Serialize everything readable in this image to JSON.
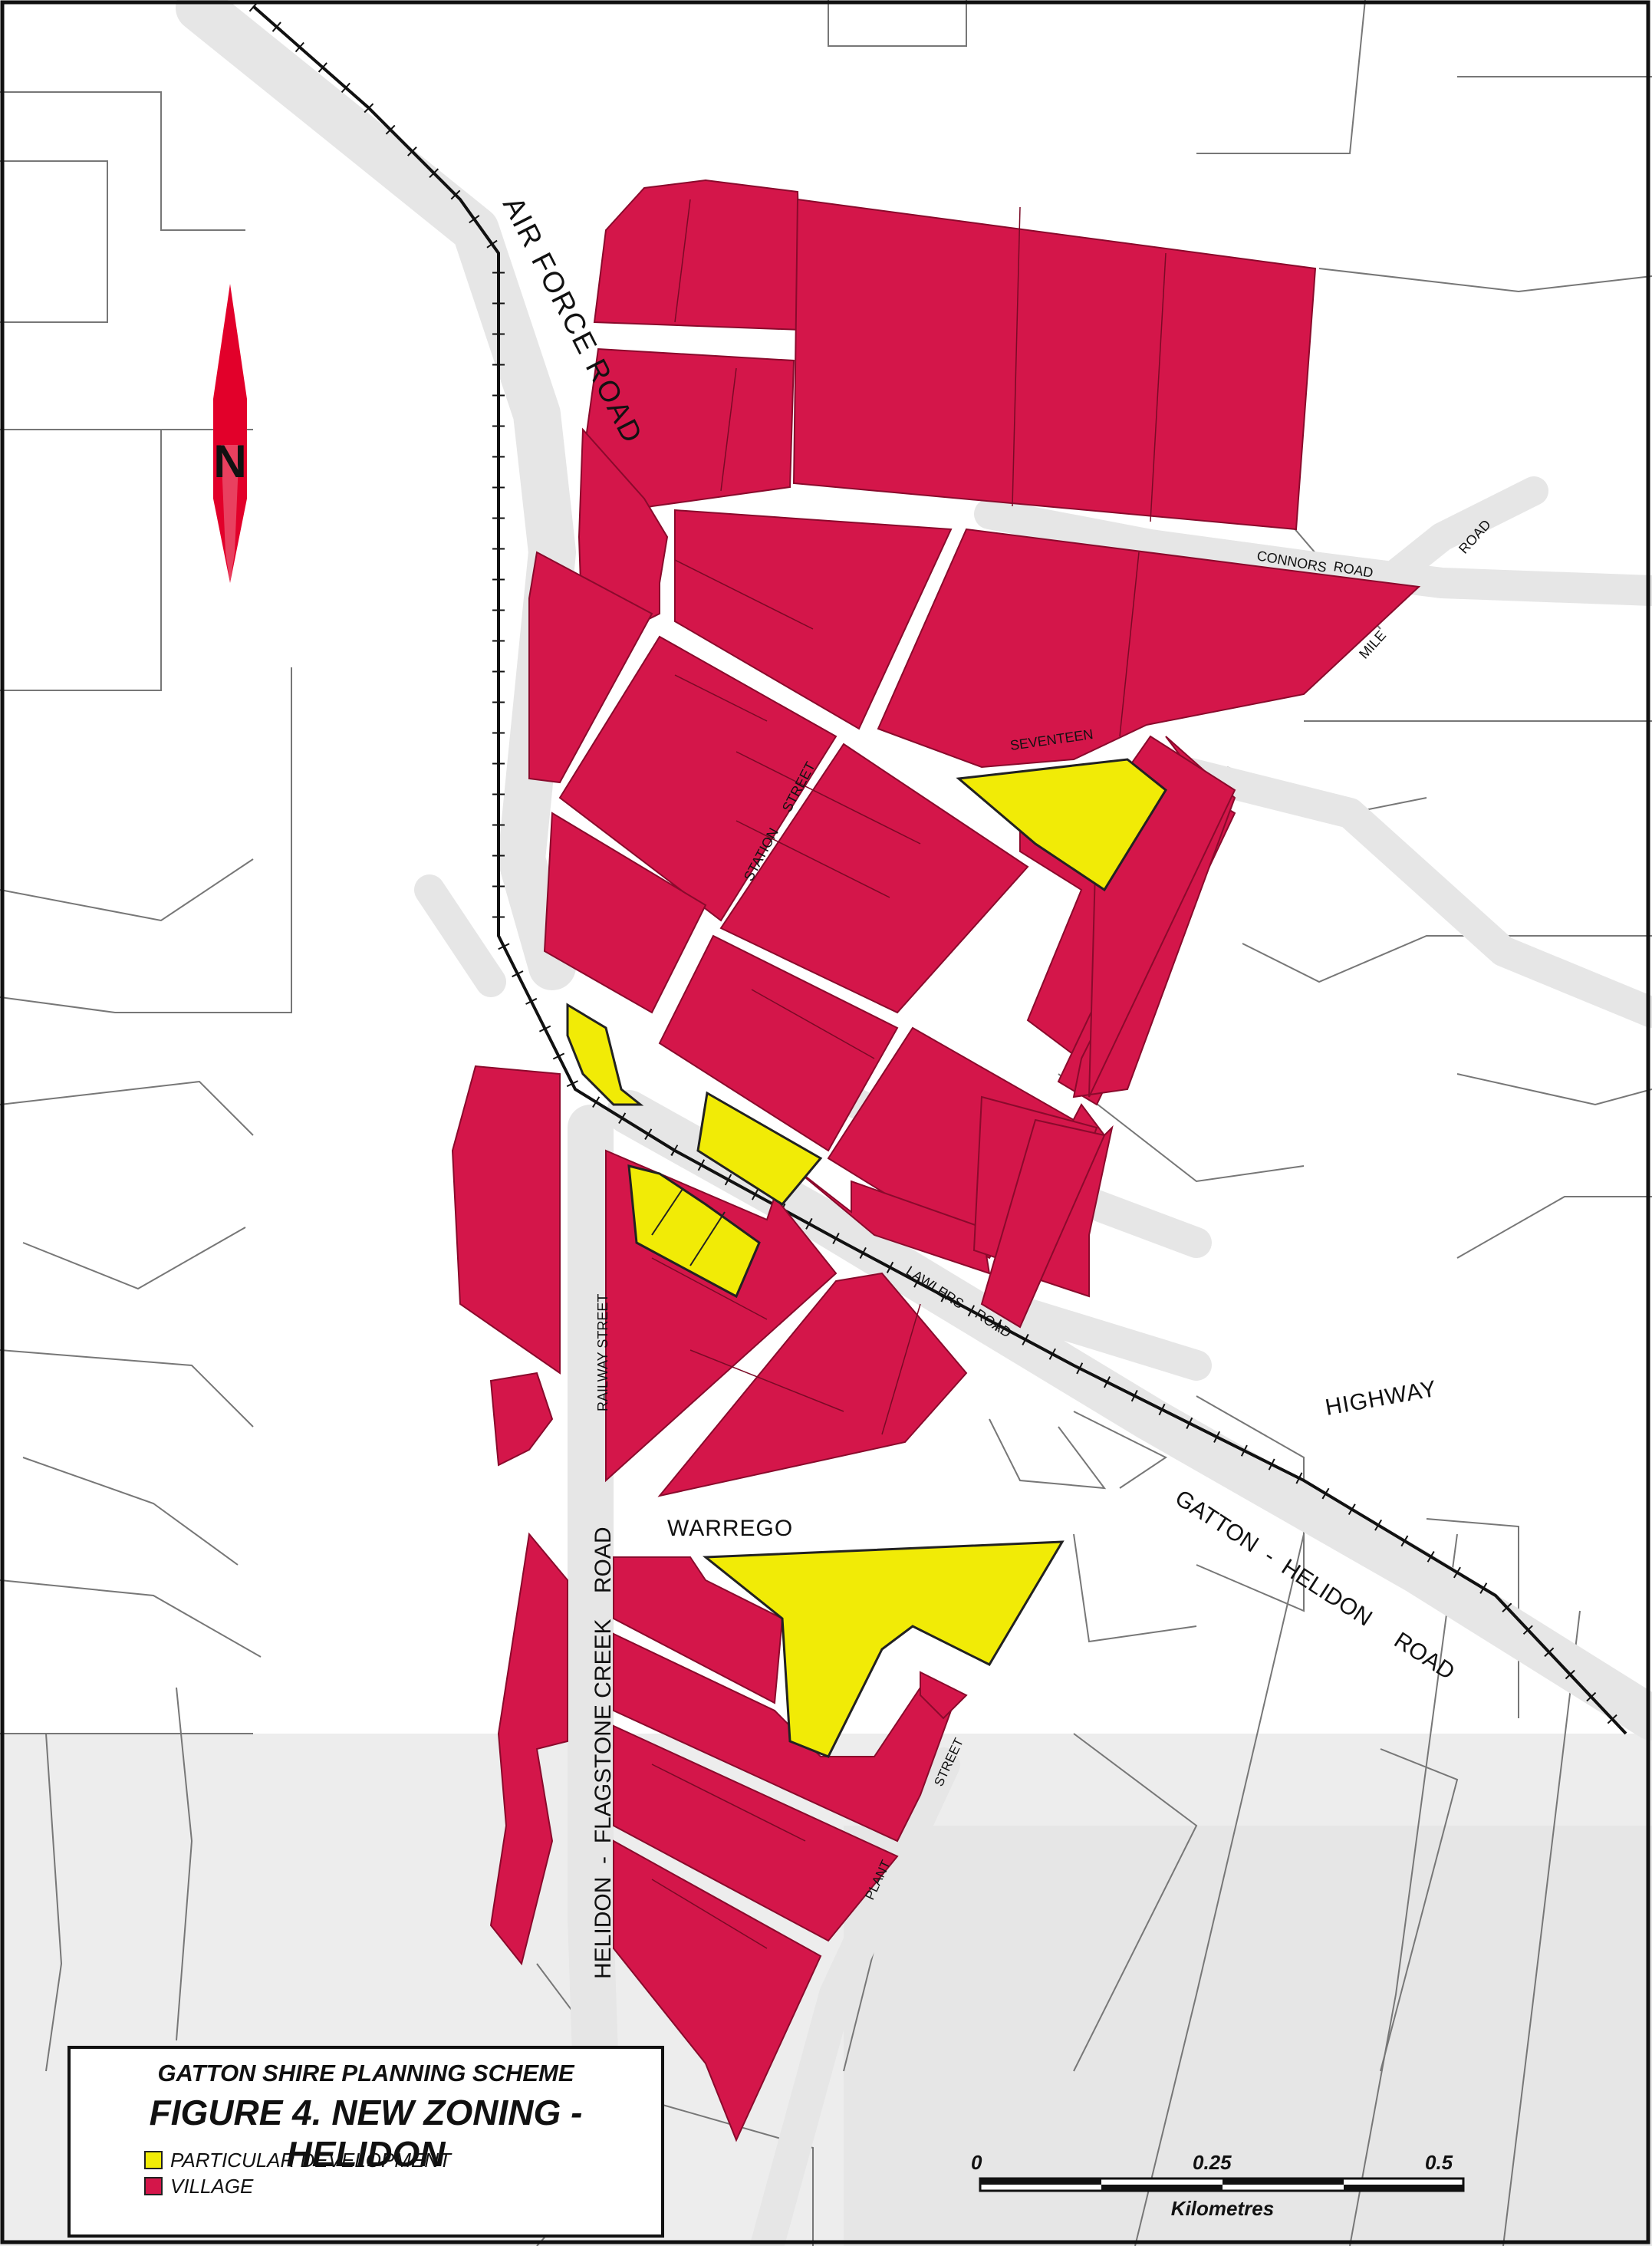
{
  "colors": {
    "village": "#d4164a",
    "particular_development": "#f1eb06",
    "road": "#e6e6e6",
    "line": "#555555"
  },
  "north_arrow": {
    "letter": "N",
    "icon": "north-arrow-icon"
  },
  "labels": {
    "air_force_road": "AIR FORCE ROAD",
    "connors_road_1": "CONNORS",
    "connors_road_2": "ROAD",
    "mile_road_1": "MILE",
    "mile_road_2": "ROAD",
    "seventeen": "SEVENTEEN",
    "station_1": "STATION",
    "station_2": "STREET",
    "lawlers_1": "LAWLERS",
    "lawlers_2": "ROAD",
    "railway_street": "RAILWAY STREET",
    "highway": "HIGHWAY",
    "warrego": "WARREGO",
    "gatton_road": "GATTON  -  HELIDON     ROAD",
    "flagstone_road": "HELIDON  -  FLAGSTONE CREEK    ROAD",
    "plant": "PLANT",
    "street": "STREET"
  },
  "legend": {
    "title": "GATTON SHIRE PLANNING SCHEME",
    "figure": "FIGURE 4. NEW ZONING - HELIDON",
    "items": [
      {
        "label": "PARTICULAR DEVELOPMENT",
        "color": "#f1eb06"
      },
      {
        "label": "VILLAGE",
        "color": "#d4164a"
      }
    ]
  },
  "scale_bar": {
    "ticks": [
      "0",
      "0.25",
      "0.5"
    ],
    "unit": "Kilometres"
  }
}
